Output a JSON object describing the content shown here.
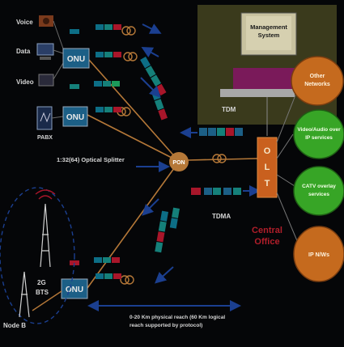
{
  "devices": {
    "voice": "Voice",
    "data": "Data",
    "video": "Video",
    "pabx": "PABX",
    "onu": "ONU"
  },
  "management": {
    "line1": "Management",
    "line2": "System"
  },
  "splitter": "1:32(64) Optical Splitter",
  "pon": "PON",
  "tdm": "TDM",
  "tdma": "TDMA",
  "olt": [
    "O",
    "L",
    "T"
  ],
  "central_office": {
    "line1": "Central",
    "line2": "Office"
  },
  "clouds": {
    "other_networks": {
      "line1": "Other",
      "line2": "Networks"
    },
    "video_audio": {
      "line1": "Video/Audio over",
      "line2": "IP services"
    },
    "catv": {
      "line1": "CATV overlay",
      "line2": "services"
    },
    "ip": {
      "line1": "IP N/Ws"
    }
  },
  "wireless": {
    "bts_1": "2G",
    "bts_2": "BTS",
    "nodeb": "Node B"
  },
  "reach": {
    "line1": "0-20 Km physical reach (60 Km logical",
    "line2": "reach supported by protocol)"
  },
  "colors": {
    "frame_a": "#0d6e86",
    "frame_b": "#15807a",
    "frame_c": "#a8162a",
    "onu_fill": "#1c5f86",
    "fiber": "#b57838",
    "olt_fill": "#c9601e",
    "cloud_orange": "#c56a1e",
    "cloud_green": "#37a526",
    "central_office": "#b11e2a"
  }
}
